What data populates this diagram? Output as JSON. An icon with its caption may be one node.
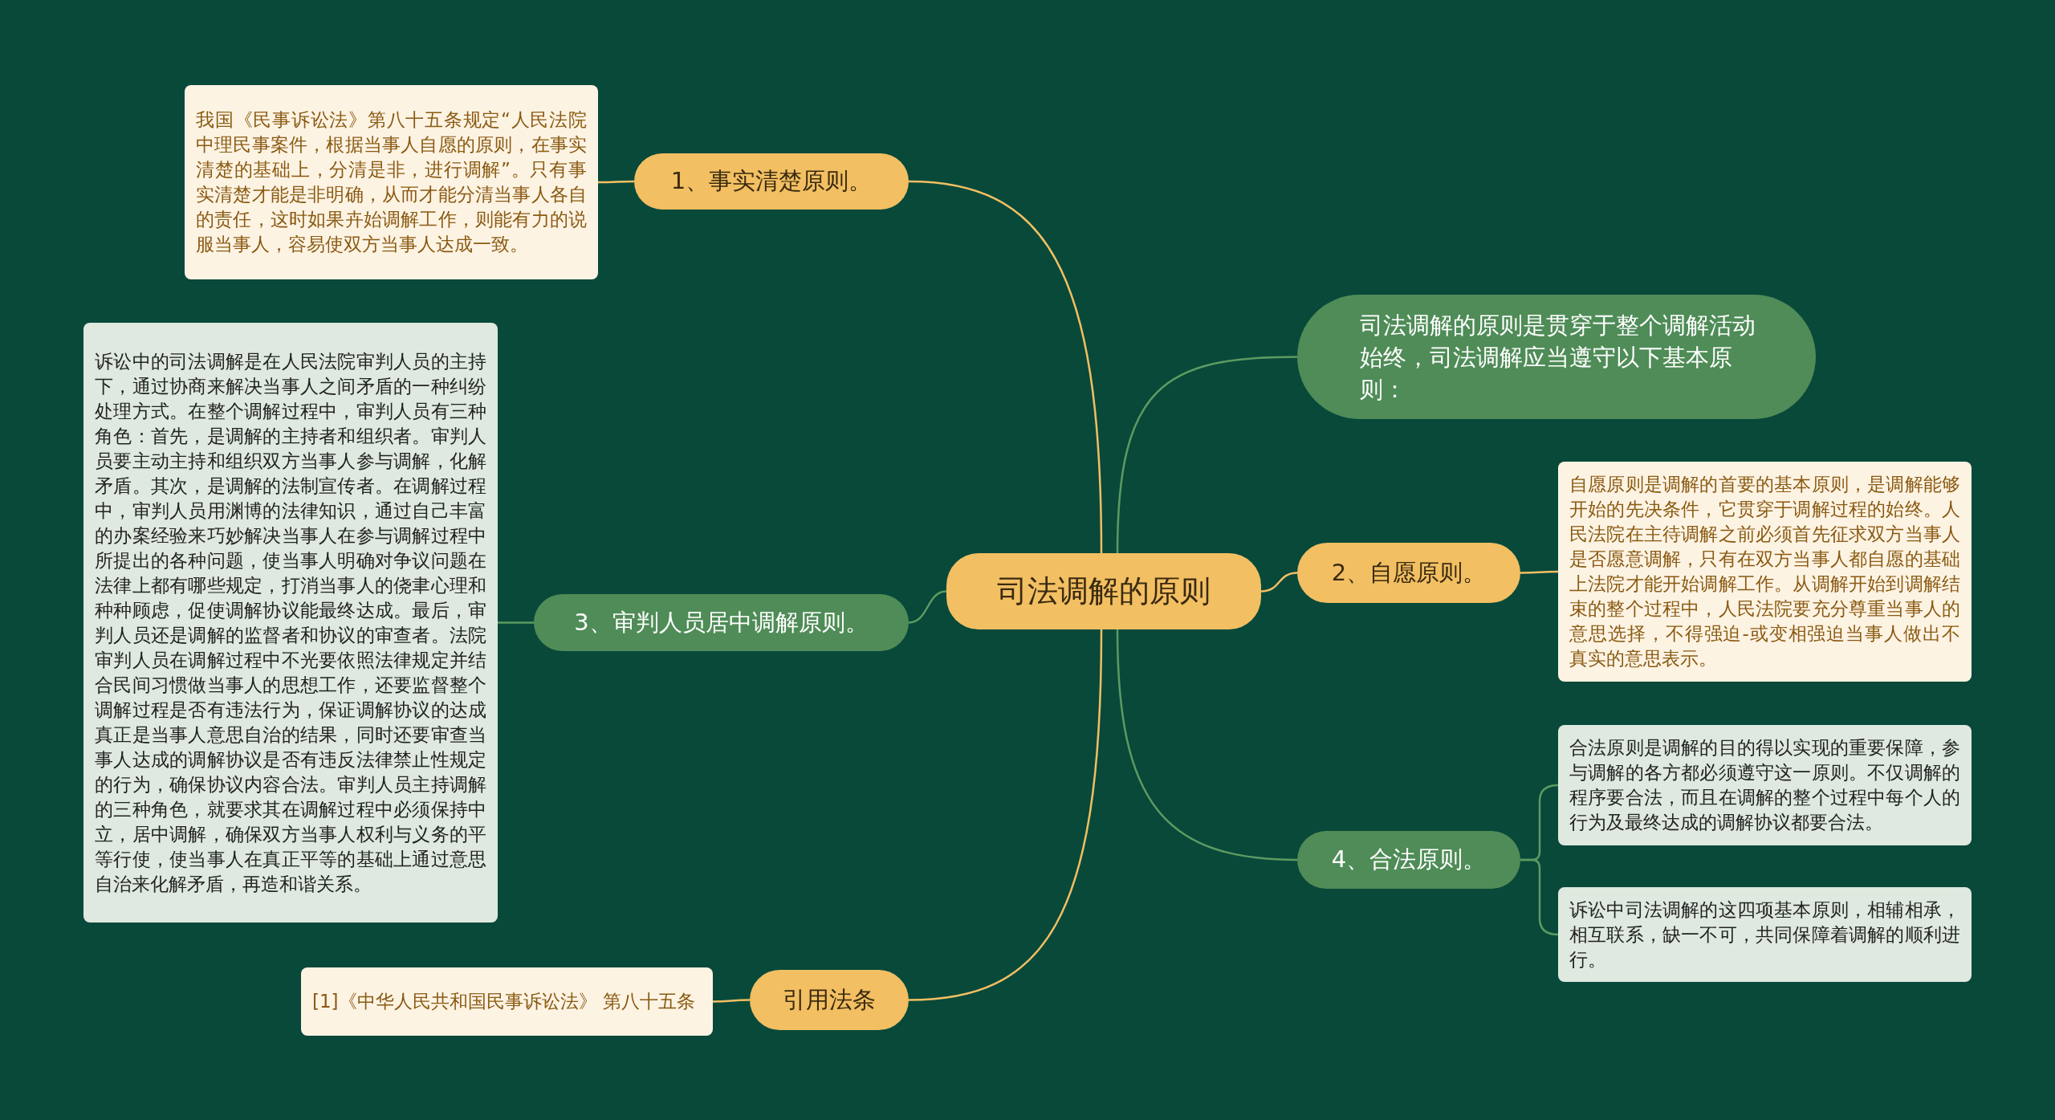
{
  "diagram": {
    "nodes": [
      {
        "text": [
          "司法调解的原则"
        ]
      },
      {
        "text": [
          "1、事实清楚原则。"
        ]
      },
      {
        "text": [
          "我国《民事诉讼法》第八十五条规定“人民法院中理民事案件，根据当事人自愿的原则，在事实清楚的基础上，分清是非，进行调解”。只有事实清楚才能是非明确，从而才能分清当事人各自的责任，这时如果卉始调解工作，则能有力的说服当事人，容易使双方当事人达成一致。"
        ]
      },
      {
        "text": [
          "司法调解的原则是贯穿于整个调解活动始终，司法调解应当遵守以下基本原则："
        ]
      },
      {
        "text": [
          "2、自愿原则。"
        ]
      },
      {
        "text": [
          "自愿原则是调解的首要的基本原则，是调解能够开始的先决条件，它贯穿于调解过程的始终。人民法院在主待调解之前必须首先征求双方当事人是否愿意调解，只有在双方当事人都自愿的基础上法院才能开始调解工作。从调解开始到调解结束的整个过程中，人民法院要充分尊重当事人的意思选择，不得强迫-或变相强迫当事人做出不真实的意思表示。"
        ]
      },
      {
        "text": [
          "3、审判人员居中调解原则。"
        ]
      },
      {
        "text": [
          "诉讼中的司法调解是在人民法院审判人员的主持下，通过协商来解决当事人之间矛盾的一种纠纷处理方式。在整个调解过程中，审判人员有三种角色：首先，是调解的主持者和组织者。审判人员要主动主持和组织双方当事人参与调解，化解矛盾。其次，是调解的法制宣传者。在调解过程中，审判人员用渊博的法律知识，通过自己丰富的办案经验来巧妙解决当事人在参与调解过程中所提出的各种问题，使当事人明确对争议问题在法律上都有哪些规定，打消当事人的侥聿心理和种种顾虑，促使调解协议能最终达成。最后，审判人员还是调解的监督者和协议的审查者。法院审判人员在调解过程中不光要依照法律规定并结合民间习惯做当事人的思想工作，还要监督整个调解过程是否有违法行为，保证调解协议的达成真正是当事人意思自治的结果，同时还要审查当事人达成的调解协议是否有违反法律禁止性规定的行为，确保协议内容合法。审判人员主持调解的三种角色，就要求其在调解过程中必须保持中立，居中调解，确保双方当事人权利与义务的平等行使，使当事人在真正平等的基础上通过意思自治来化解矛盾，再造和谐关系。"
        ]
      },
      {
        "text": [
          "4、合法原则。"
        ]
      },
      {
        "text": [
          "合法原则是调解的目的得以实现的重要保障，参与调解的各方都必须遵守这一原则。不仅调解的程序要合法，而且在调解的整个过程中每个人的行为及最终达成的调解协议都要合法。"
        ]
      },
      {
        "text": [
          "诉讼中司法调解的这四项基本原则，相辅相承，相互联系，缺一不可，共同保障着调解的顺利进行。"
        ]
      },
      {
        "text": [
          "引用法条"
        ]
      },
      {
        "text": [
          "[1]《中华人民共和国民事诉讼法》 第八十五条"
        ]
      }
    ],
    "edges": [
      {
        "from": 0,
        "to": 1,
        "arrow": "none",
        "color": "#f2bf62"
      },
      {
        "from": 1,
        "to": 2,
        "arrow": "none",
        "color": "#f2bf62"
      },
      {
        "from": 0,
        "to": 3,
        "arrow": "none",
        "color": "#5d9a62"
      },
      {
        "from": 0,
        "to": 4,
        "arrow": "none",
        "color": "#f2bf62"
      },
      {
        "from": 4,
        "to": 5,
        "arrow": "none",
        "color": "#f2bf62"
      },
      {
        "from": 0,
        "to": 6,
        "arrow": "none",
        "color": "#5d9a62"
      },
      {
        "from": 6,
        "to": 7,
        "arrow": "none",
        "color": "#5d9a62"
      },
      {
        "from": 0,
        "to": 8,
        "arrow": "none",
        "color": "#5d9a62"
      },
      {
        "from": 8,
        "to": 9,
        "arrow": "none",
        "color": "#5d9a62"
      },
      {
        "from": 8,
        "to": 10,
        "arrow": "none",
        "color": "#5d9a62"
      },
      {
        "from": 0,
        "to": 11,
        "arrow": "none",
        "color": "#f2bf62"
      },
      {
        "from": 11,
        "to": 12,
        "arrow": "none",
        "color": "#f2bf62"
      }
    ]
  }
}
